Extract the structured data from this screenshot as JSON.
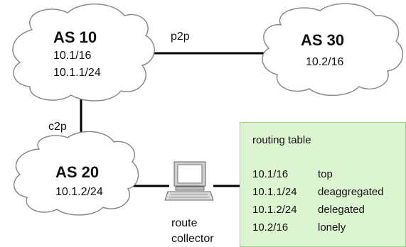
{
  "nodes": {
    "as10": {
      "name": "AS 10",
      "prefixes": [
        "10.1/16",
        "10.1.1/24"
      ]
    },
    "as30": {
      "name": "AS 30",
      "prefixes": [
        "10.2/16"
      ]
    },
    "as20": {
      "name": "AS 20",
      "prefixes": [
        "10.1.2/24"
      ]
    },
    "collector": {
      "label_line1": "route",
      "label_line2": "collector"
    }
  },
  "edges": {
    "as10_as30": "p2p",
    "as10_as20": "c2p"
  },
  "routing_table": {
    "title": "routing table",
    "rows": [
      {
        "prefix": "10.1/16",
        "status": "top"
      },
      {
        "prefix": "10.1.1/24",
        "status": "deaggregated"
      },
      {
        "prefix": "10.1.2/24",
        "status": "delegated"
      },
      {
        "prefix": "10.2/16",
        "status": "lonely"
      }
    ]
  },
  "colors": {
    "cloud_fill": "#ffffff",
    "cloud_stroke": "#8a8a8a",
    "link": "#000000",
    "table_fill": "#dcf5d0"
  }
}
